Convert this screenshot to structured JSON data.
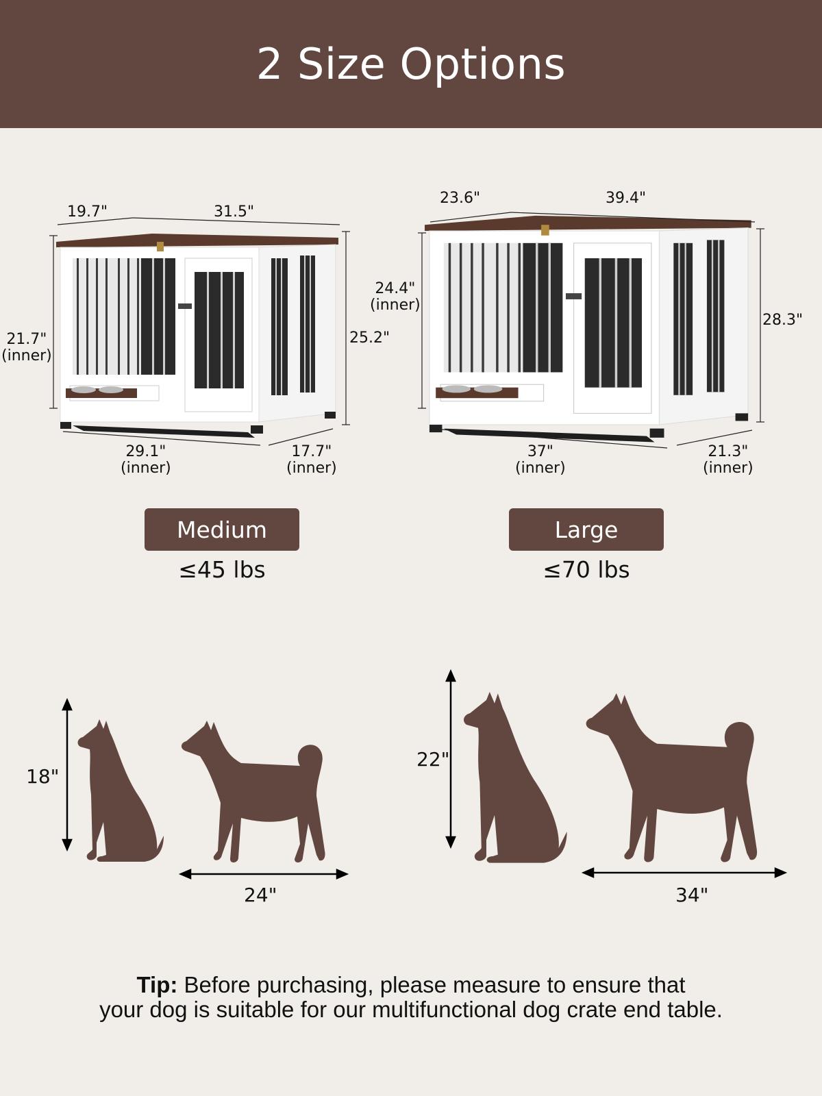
{
  "header": {
    "title": "2 Size Options"
  },
  "colors": {
    "brand": "#624640",
    "background": "#f1eee9",
    "crate_top": "#5a3a2c",
    "crate_body": "#ffffff",
    "bars": "#2a2a2a"
  },
  "sizes": [
    {
      "label": "Medium",
      "weight": "≤45 lbs",
      "dimensions": {
        "depth": "19.7\"",
        "width": "31.5\"",
        "height": "25.2\"",
        "inner_height": "21.7\"",
        "inner_height_note": "(inner)",
        "inner_width": "29.1\"",
        "inner_width_note": "(inner)",
        "inner_depth": "17.7\"",
        "inner_depth_note": "(inner)"
      },
      "dog": {
        "height": "18\"",
        "length": "24\""
      }
    },
    {
      "label": "Large",
      "weight": "≤70 lbs",
      "dimensions": {
        "depth": "23.6\"",
        "width": "39.4\"",
        "height": "28.3\"",
        "inner_height": "24.4\"",
        "inner_height_note": "(inner)",
        "inner_width": "37\"",
        "inner_width_note": "(inner)",
        "inner_depth": "21.3\"",
        "inner_depth_note": "(inner)"
      },
      "dog": {
        "height": "22\"",
        "length": "34\""
      }
    }
  ],
  "tip": {
    "label": "Tip:",
    "line1": " Before purchasing, please measure to ensure that",
    "line2": "your dog is suitable for our multifunctional dog crate end table."
  }
}
